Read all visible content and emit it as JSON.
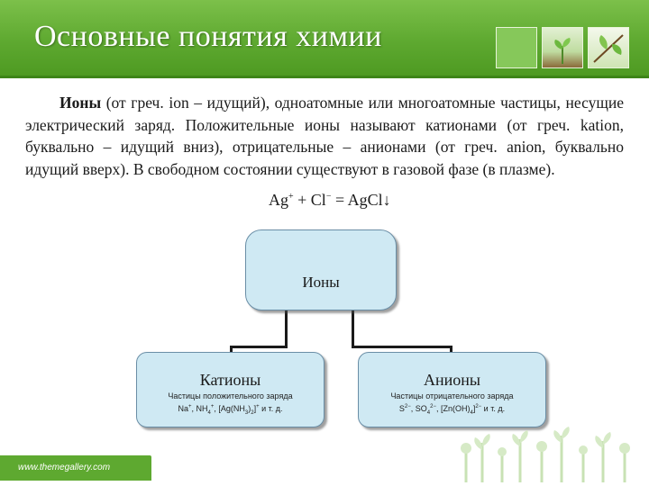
{
  "header": {
    "title": "Основные понятия химии",
    "accent": "#5ea930"
  },
  "paragraph": {
    "term": "Ионы",
    "text": " (от греч. ion – идущий), одноатомные или многоатомные частицы, несущие электрический заряд. Положительные ионы называют катионами (от греч. kation, буквально – идущий вниз), отрицательные – анионами (от греч. anion, буквально идущий вверх). В свободном состоянии существуют в газовой фазе (в плазме)."
  },
  "formula": {
    "ag": "Ag",
    "ag_charge": "+",
    "plus": "+",
    "cl": "Cl",
    "cl_charge": "−",
    "equals": "=",
    "product": "AgCl↓"
  },
  "diagram": {
    "root": "Ионы",
    "cations": {
      "title": "Катионы",
      "desc": "Частицы положительного заряда",
      "examples": {
        "a": "Na",
        "a_charge": "+",
        "sep1": ", NH",
        "sub1": "4",
        "sup1": "+",
        "sep2": ", [Ag(NH",
        "sub2": "3",
        "sep3": ")",
        "sub3": "2",
        "sep4": "]",
        "sup2": "+",
        "tail": " и т. д."
      }
    },
    "anions": {
      "title": "Анионы",
      "desc": "Частицы отрицательного заряда",
      "examples": {
        "a": "S",
        "a_charge": "2−",
        "sep1": ", SO",
        "sub1": "4",
        "sup1": "2−",
        "sep2": ", [Zn(OH)",
        "sub2": "4",
        "sep3": "]",
        "sup2": "2−",
        "tail": " и т. д."
      }
    },
    "box_color": "#cfe9f3"
  },
  "footer": {
    "url": "www.themegallery.com"
  }
}
